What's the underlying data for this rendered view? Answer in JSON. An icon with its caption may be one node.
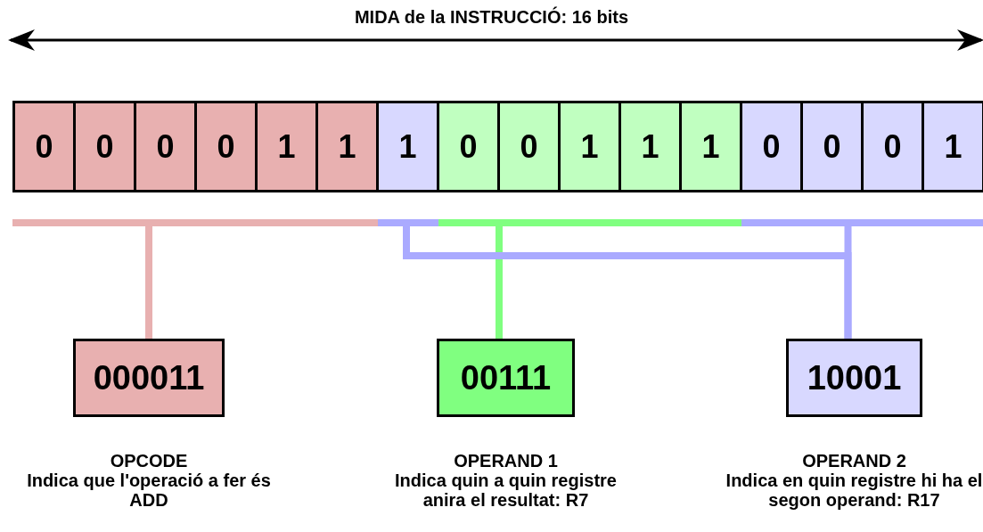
{
  "diagram": {
    "title": "MIDA de la INSTRUCCIÓ: 16 bits",
    "nodes": [
      {
        "text": [
          "0"
        ]
      },
      {
        "text": [
          "0"
        ]
      },
      {
        "text": [
          "0"
        ]
      },
      {
        "text": [
          "0"
        ]
      },
      {
        "text": [
          "1"
        ]
      },
      {
        "text": [
          "1"
        ]
      },
      {
        "text": [
          "1"
        ]
      },
      {
        "text": [
          "0"
        ]
      },
      {
        "text": [
          "0"
        ]
      },
      {
        "text": [
          "1"
        ]
      },
      {
        "text": [
          "1"
        ]
      },
      {
        "text": [
          "1"
        ]
      },
      {
        "text": [
          "0"
        ]
      },
      {
        "text": [
          "0"
        ]
      },
      {
        "text": [
          "0"
        ]
      },
      {
        "text": [
          "1"
        ]
      },
      {
        "text": [],
        "shape": "bar"
      },
      {
        "text": [],
        "shape": "bar"
      },
      {
        "text": [],
        "shape": "bar"
      },
      {
        "text": [],
        "shape": "bar"
      },
      {
        "text": [
          "000011"
        ],
        "beside": [
          "OPCODE",
          "Indica que l'operació a fer és ADD"
        ]
      },
      {
        "text": [
          "00111"
        ],
        "beside": [
          "OPERAND 1",
          "Indica quin a quin registre anira el resultat: R7"
        ]
      },
      {
        "text": [
          "10001"
        ],
        "beside": [
          "OPERAND 2",
          "Indica en quin registre hi ha el segon operand: R17"
        ]
      }
    ],
    "edges": [
      {
        "from": 16,
        "to": 20,
        "arrow": "none",
        "color": "#e8b0b0"
      },
      {
        "from": 18,
        "to": 21,
        "arrow": "none",
        "color": "#80ff80"
      },
      {
        "from": 17,
        "to": 22,
        "arrow": "none",
        "color": "#aaaaff"
      },
      {
        "from": 19,
        "to": 22,
        "arrow": "none",
        "color": "#aaaaff"
      }
    ]
  }
}
